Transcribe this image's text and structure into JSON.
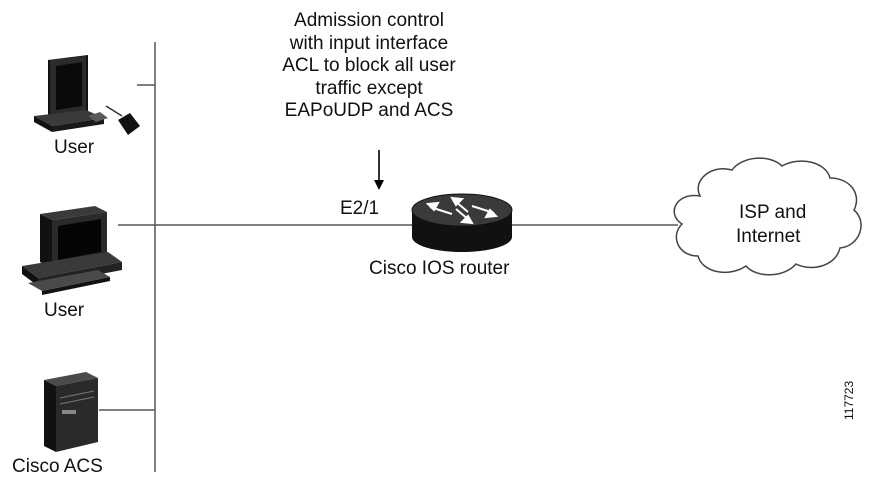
{
  "callout": {
    "lines": [
      "Admission control",
      "with input interface",
      "ACL to block all user",
      "traffic except",
      "EAPoUDP and ACS"
    ]
  },
  "devices": {
    "user_laptop_label": "User",
    "user_desktop_label": "User",
    "acs_label": "Cisco ACS",
    "router_label": "Cisco IOS router",
    "router_interface": "E2/1",
    "cloud_label_line1": "ISP and",
    "cloud_label_line2": "Internet"
  },
  "figure_id": "117723",
  "icons": {
    "laptop": "laptop-icon",
    "desktop": "desktop-computer-icon",
    "server": "server-icon",
    "router": "router-icon",
    "cloud": "cloud-icon"
  }
}
